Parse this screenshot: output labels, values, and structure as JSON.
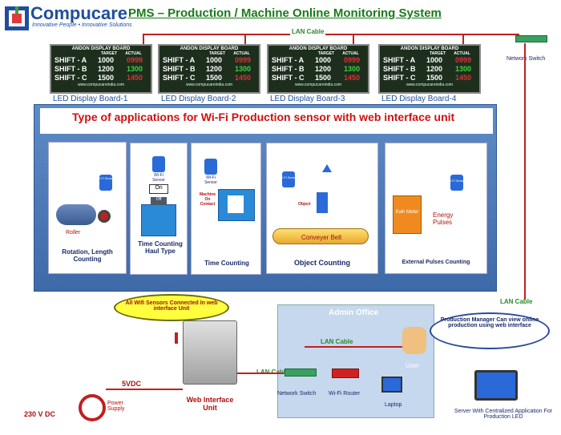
{
  "brand": {
    "name": "Compucare",
    "tagline": "Innovative People • Innovative Solutions"
  },
  "title": "PMS – Production / Machine Online Monitoring System",
  "lan_cable_top": "LAN Cable",
  "network_switch_top": "Network Switch",
  "boards": [
    {
      "caption": "LED Display Board-1"
    },
    {
      "caption": "LED Display Board-2"
    },
    {
      "caption": "LED Display Board-3"
    },
    {
      "caption": "LED Display Board-4"
    }
  ],
  "board_content": {
    "title": "ANDON DISPLAY BOARD",
    "col_target": "TARGET",
    "col_actual": "ACTUAL",
    "rows": [
      {
        "label": "SHIFT - A",
        "target": "1000",
        "actual": "0999"
      },
      {
        "label": "SHIFT - B",
        "target": "1200",
        "actual": "1300"
      },
      {
        "label": "SHIFT - C",
        "target": "1500",
        "actual": "1450"
      }
    ],
    "url": "www.compucareindia.com"
  },
  "applications_title": "Type of applications for Wi-Fi Production sensor with web interface unit",
  "applications": [
    {
      "label": "Rotation, Length Counting",
      "extra": "Roller"
    },
    {
      "label": "Time Counting Haul Type",
      "extra_on": "On",
      "extra_off": "Off"
    },
    {
      "label": "Time Counting",
      "extra": "Machine On Contact"
    },
    {
      "label": "Object Counting",
      "extra": "Conveyer Belt",
      "extra2": "Object"
    },
    {
      "label": "External Pulses Counting",
      "extra": "Energy Pulses",
      "extra2": "Kwh Meter"
    }
  ],
  "sensor_label": "Wi-Fi Sensor",
  "callout_sensors": "All Wifi Sensors Connected In web interface Unit",
  "web_interface_unit": "Web Interface Unit",
  "power_supply": "Power Supply",
  "vdc": "5VDC",
  "vac": "230 V DC",
  "lan_cable_mid": "LAN Cabl",
  "lan_cable_admin": "LAN Cable",
  "lan_cable_right": "LAN Cable",
  "admin_office": "Admin Office",
  "network_switch": "Network Switch",
  "wifi_router": "Wi-Fi Router",
  "laptop": "Laptop",
  "user": "User",
  "callout_manager": "Production Manager Can view online production using web interface",
  "server": "Server With Centralized Application For Production LED",
  "colors": {
    "panel_blue": "#3e6aa8",
    "title_green": "#1a7a1a",
    "brand_blue": "#1f4e9c",
    "red": "#d01010"
  }
}
